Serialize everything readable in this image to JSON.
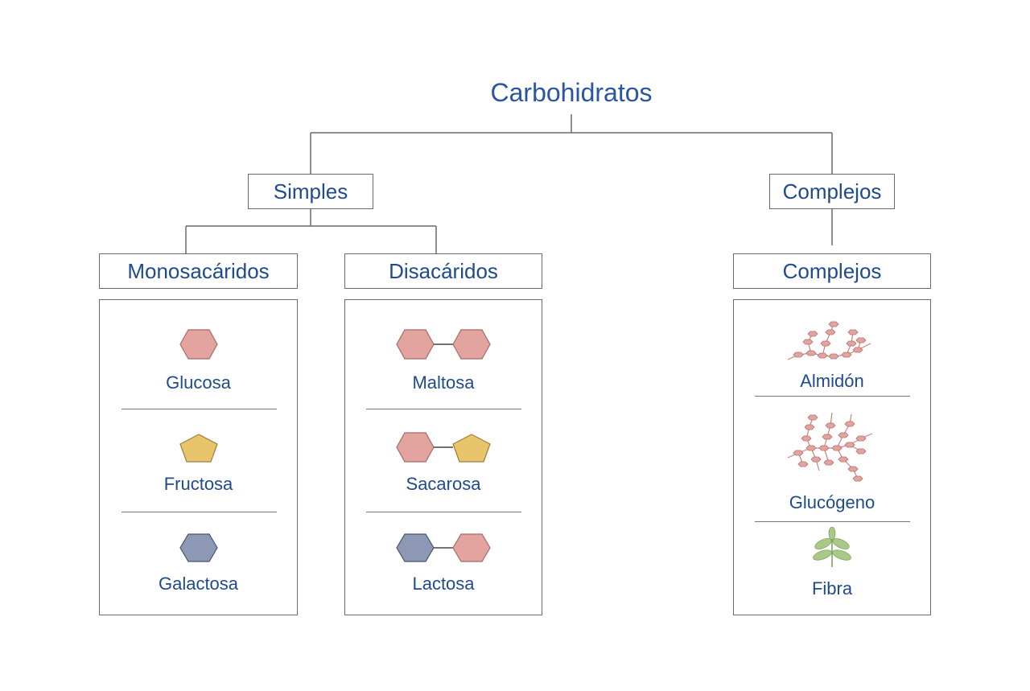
{
  "title": "Carbohidratos",
  "categories": {
    "simples": "Simples",
    "complejos": "Complejos"
  },
  "groups": {
    "monosacaridos": {
      "label": "Monosacáridos",
      "items": [
        "Glucosa",
        "Fructosa",
        "Galactosa"
      ]
    },
    "disacaridos": {
      "label": "Disacáridos",
      "items": [
        "Maltosa",
        "Sacarosa",
        "Lactosa"
      ]
    },
    "complejos": {
      "label": "Complejos",
      "items": [
        "Almidón",
        "Glucógeno",
        "Fibra"
      ]
    }
  },
  "colors": {
    "glucose": "#e3a4a0",
    "fructose": "#e8c46a",
    "galactose": "#8c98b4",
    "leaf": "#a8c98a",
    "text": "#1f4a8c"
  }
}
